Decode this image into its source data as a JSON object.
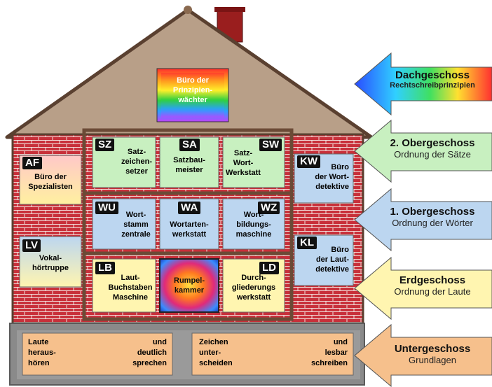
{
  "colors": {
    "roof": "#b89f88",
    "roof_edge": "#5a4030",
    "brick": "#c8303a",
    "wall": "#6b4a36",
    "chimney": "#9a1e1e",
    "room_green": "#c8f0c0",
    "room_blue": "#bcd6f0",
    "room_yellow": "#fff5b0",
    "basement": "#f6c08c",
    "basement_floor": "#8a8a8a",
    "arrow_green": "#c8f0c0",
    "arrow_blue": "#bcd6f0",
    "arrow_yellow": "#fff5b0",
    "arrow_orange": "#f6c08c"
  },
  "roof": {
    "title": "Büro der Prinzipien-wächter",
    "line1": "Büro der",
    "line2": "Prinzipien-",
    "line3": "wächter"
  },
  "rooms": {
    "af": {
      "code": "AF",
      "line1": "Büro der",
      "line2": "Spezialisten"
    },
    "lv": {
      "code": "LV",
      "line1": "Vokal-",
      "line2": "hörtruppe"
    },
    "sz": {
      "code": "SZ",
      "line1": "Satz-",
      "line2": "zeichen-",
      "line3": "setzer"
    },
    "sa": {
      "code": "SA",
      "line1": "Satzbau-",
      "line2": "meister"
    },
    "sw": {
      "code": "SW",
      "line1": "Satz-",
      "line2": "Wort-",
      "line3": "Werkstatt"
    },
    "wu": {
      "code": "WU",
      "line1": "Wort-",
      "line2": "stamm",
      "line3": "zentrale"
    },
    "wa": {
      "code": "WA",
      "line1": "Wortarten-",
      "line2": "werkstatt"
    },
    "wz": {
      "code": "WZ",
      "line1": "Wort-",
      "line2": "bildungs-",
      "line3": "maschine"
    },
    "lb": {
      "code": "LB",
      "line1": "Laut-",
      "line2": "Buchstaben",
      "line3": "Maschine"
    },
    "rk": {
      "line1": "Rumpel-",
      "line2": "kammer"
    },
    "ld": {
      "code": "LD",
      "line1": "Durch-",
      "line2": "gliederungs",
      "line3": "werkstatt"
    },
    "kw": {
      "code": "KW",
      "line1": "Büro",
      "line2": "der Wort-",
      "line3": "detektive"
    },
    "kl": {
      "code": "KL",
      "line1": "Büro",
      "line2": "der Laut-",
      "line3": "detektive"
    }
  },
  "basement": {
    "left": {
      "w1": "Laute",
      "w2": "und",
      "w3": "heraus-",
      "w4": "deutlich",
      "w5": "hören",
      "w6": "sprechen"
    },
    "right": {
      "w1": "Zeichen",
      "w2": "und",
      "w3": "unter-",
      "w4": "lesbar",
      "w5": "scheiden",
      "w6": "schreiben"
    }
  },
  "floors": [
    {
      "title": "Dachgeschoss",
      "subtitle": "Rechtschreibprinzipien"
    },
    {
      "title": "2. Obergeschoss",
      "subtitle": "Ordnung der Sätze"
    },
    {
      "title": "1. Obergeschoss",
      "subtitle": "Ordnung der Wörter"
    },
    {
      "title": "Erdgeschoss",
      "subtitle": "Ordnung der Laute"
    },
    {
      "title": "Untergeschoss",
      "subtitle": "Grundlagen"
    }
  ]
}
